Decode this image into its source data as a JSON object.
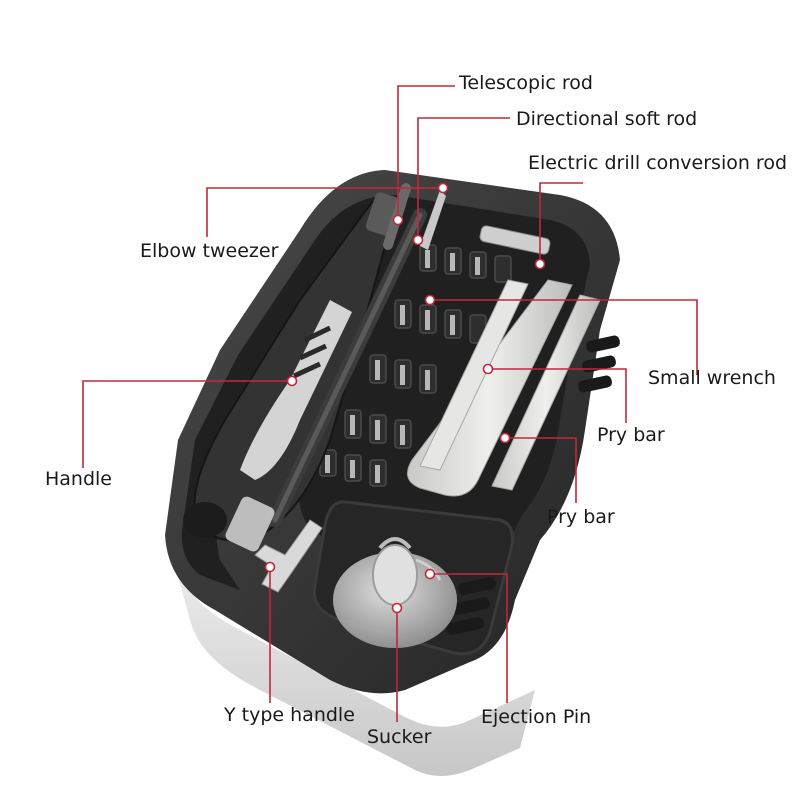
{
  "labels": {
    "telescopic_rod": "Telescopic rod",
    "directional_soft_rod": "Directional soft rod",
    "electric_drill_conversion_rod": "Electric drill conversion rod",
    "elbow_tweezer": "Elbow tweezer",
    "small_wrench": "Small wrench",
    "handle": "Handle",
    "pry_bar_1": "Pry bar",
    "pry_bar_2": "Pry bar",
    "y_type_handle": "Y type handle",
    "sucker": "Sucker",
    "ejection_pin": "Ejection Pin"
  },
  "colors": {
    "leader_line": "#c0283a",
    "case_body": "#3a3a3a",
    "case_interior": "#1f1f1f",
    "tool_light": "#d8d8d6",
    "background": "#ffffff"
  }
}
